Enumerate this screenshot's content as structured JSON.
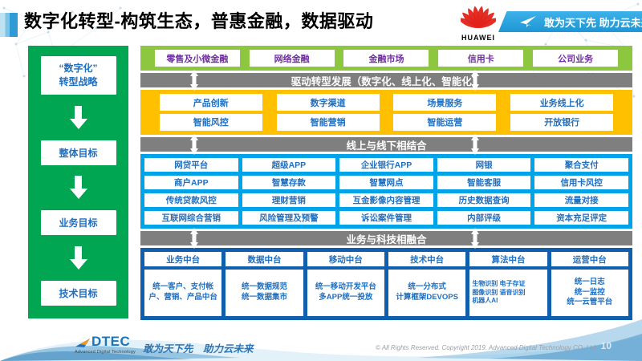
{
  "colors": {
    "sidebar_green": "#00A651",
    "business_green": "#8DC63F",
    "gray_bar": "#7F7F7F",
    "transform_yellow": "#FFC000",
    "capability_cyan": "#00A2E8",
    "platform_blue": "#0F5FAE",
    "cell_text_blue": "#1f6fc0",
    "business_text_purple": "#7030A0",
    "banner_blue": "#2BA8E0",
    "huawei_red": "#E2231A"
  },
  "header": {
    "title": "数字化转型-构筑生态，普惠金融，数据驱动",
    "brand": "HUAWEI",
    "banner_slogan": "敢为天下先 助力云未来"
  },
  "sidebar": {
    "steps": [
      "“数字化”\n转型战略",
      "整体目标",
      "业务目标",
      "技术目标"
    ]
  },
  "flow": {
    "business_lines": [
      "零售及小微金融",
      "网络金融",
      "金融市场",
      "信用卡",
      "公司业务"
    ],
    "bars": [
      "驱动转型发展（数字化、线上化、智能化）",
      "线上与线下相结合",
      "业务与科技相融合"
    ],
    "transform_rows": [
      [
        "产品创新",
        "数字渠道",
        "场景服务",
        "业务线上化"
      ],
      [
        "智能风控",
        "智能营销",
        "智能运营",
        "开放银行"
      ]
    ],
    "capability_rows": [
      [
        "网贷平台",
        "超级APP",
        "企业银行APP",
        "网银",
        "聚合支付"
      ],
      [
        "商户APP",
        "智慧存款",
        "智慧网点",
        "智能客服",
        "信用卡风控"
      ],
      [
        "传统贷款风控",
        "理财营销",
        "互金影像内容管理",
        "历史数据查询",
        "流量对接"
      ],
      [
        "互联网综合营销",
        "风险管理及预警",
        "诉讼案件管理",
        "内部评级",
        "资本充足评定"
      ]
    ],
    "platforms": [
      {
        "title": "业务中台",
        "body": "统一客户、支付帐户、营销、产品中台"
      },
      {
        "title": "数据中台",
        "body": "统一数据规范\n统一数据集市"
      },
      {
        "title": "移动中台",
        "body": "统一移动开发平台\n多APP统一投放"
      },
      {
        "title": "技术中台",
        "body": "统一分布式\n计算框架DEVOPS"
      },
      {
        "title": "算法中台",
        "body": "生物识别 电子存证\n图像识别 语音识别\n机器人AI"
      },
      {
        "title": "运营中台",
        "body": "统一日志\n统一监控\n统一云管平台"
      }
    ]
  },
  "footer": {
    "logo_word": "DTEC",
    "logo_sub": "Advanced Digital Technology",
    "slogan": "敢为天下先　助力云未来",
    "copyright": "© All Rights Reserved. Copyright 2019. Advanced Digital Technology CO.,Ltd",
    "page_number": "10"
  }
}
